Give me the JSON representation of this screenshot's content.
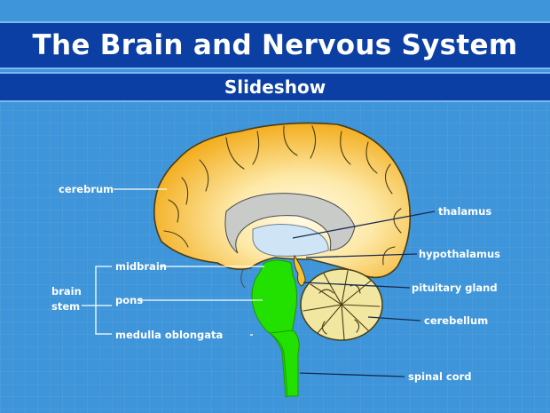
{
  "title": "The Brain and Nervous System",
  "subtitle": "Slideshow",
  "labels": {
    "cerebrum": "cerebrum",
    "thalamus": "thalamus",
    "hypothalamus": "hypothalamus",
    "midbrain": "midbrain",
    "pons": "pons",
    "pituitary_gland": "pituitary gland",
    "cerebellum": "cerebellum",
    "medulla_oblongata": "medulla oblongata",
    "spinal_cord": "spinal cord",
    "brain_stem_line1": "brain",
    "brain_stem_line2": "stem"
  },
  "colors": {
    "background": "#3e95d9",
    "banner": "#0b3fa3",
    "cerebrum": "#f6b62a",
    "brainstem": "#22e000",
    "cerebellum": "#f1e7a0"
  }
}
